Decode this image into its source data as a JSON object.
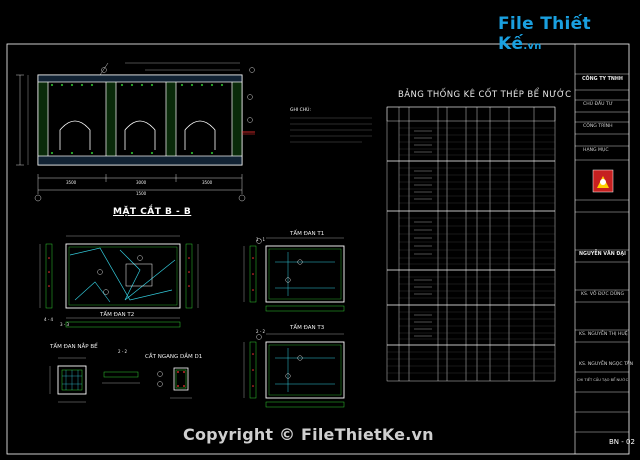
{
  "watermark_logo": {
    "text": "File Thiết Kế",
    "suffix": ".vn"
  },
  "copyright": "Copyright © FileThietKe.vn",
  "section_title": "MẶT CẮT B - B",
  "table_title": "BẢNG THỐNG KÊ CỐT THÉP BỂ NƯỚC",
  "views": {
    "tam_dan_t1": "TẤM ĐAN T1",
    "tam_dan_t2": "TẤM ĐAN T2",
    "tam_dan_t3": "TẤM ĐAN T3",
    "tam_dan_nap_be": "TẤM ĐAN NẮP BỂ",
    "cat_ngang_dam_d1": "CẮT NGANG DẦM D1",
    "sec_11": "1 - 1",
    "sec_22": "2 - 2",
    "sec_44": "4 - 4",
    "sec_33": "3 - 3"
  },
  "notes": {
    "title": "GHI CHÚ:"
  },
  "dims": {
    "d1": "3500",
    "d2": "3000",
    "d3": "3500",
    "d4": "1500"
  },
  "title_block": {
    "company": "CÔNG TY TNHH",
    "rows": [
      "CHỦ ĐẦU TƯ",
      "CÔNG TRÌNH",
      "HẠNG MỤC"
    ],
    "person1": "NGUYỄN VĂN ĐẠI",
    "person2": "KS. VÕ ĐỨC DŨNG",
    "person3": "KS. NGUYỄN THỊ HUỆ",
    "person4": "KS. NGUYỄN NGỌC TÂN",
    "drawing": "CHI TIẾT CẤU TẠO BỂ NƯỚC",
    "sheet": "BN - 02"
  },
  "colors": {
    "bg": "#000000",
    "line_white": "#ffffff",
    "line_green": "#33cc66",
    "line_cyan": "#33c8d8",
    "line_red": "#ff3030",
    "line_magenta": "#ff40ff",
    "line_yellow": "#ffff40",
    "accent_blue": "#1aa0e0"
  }
}
